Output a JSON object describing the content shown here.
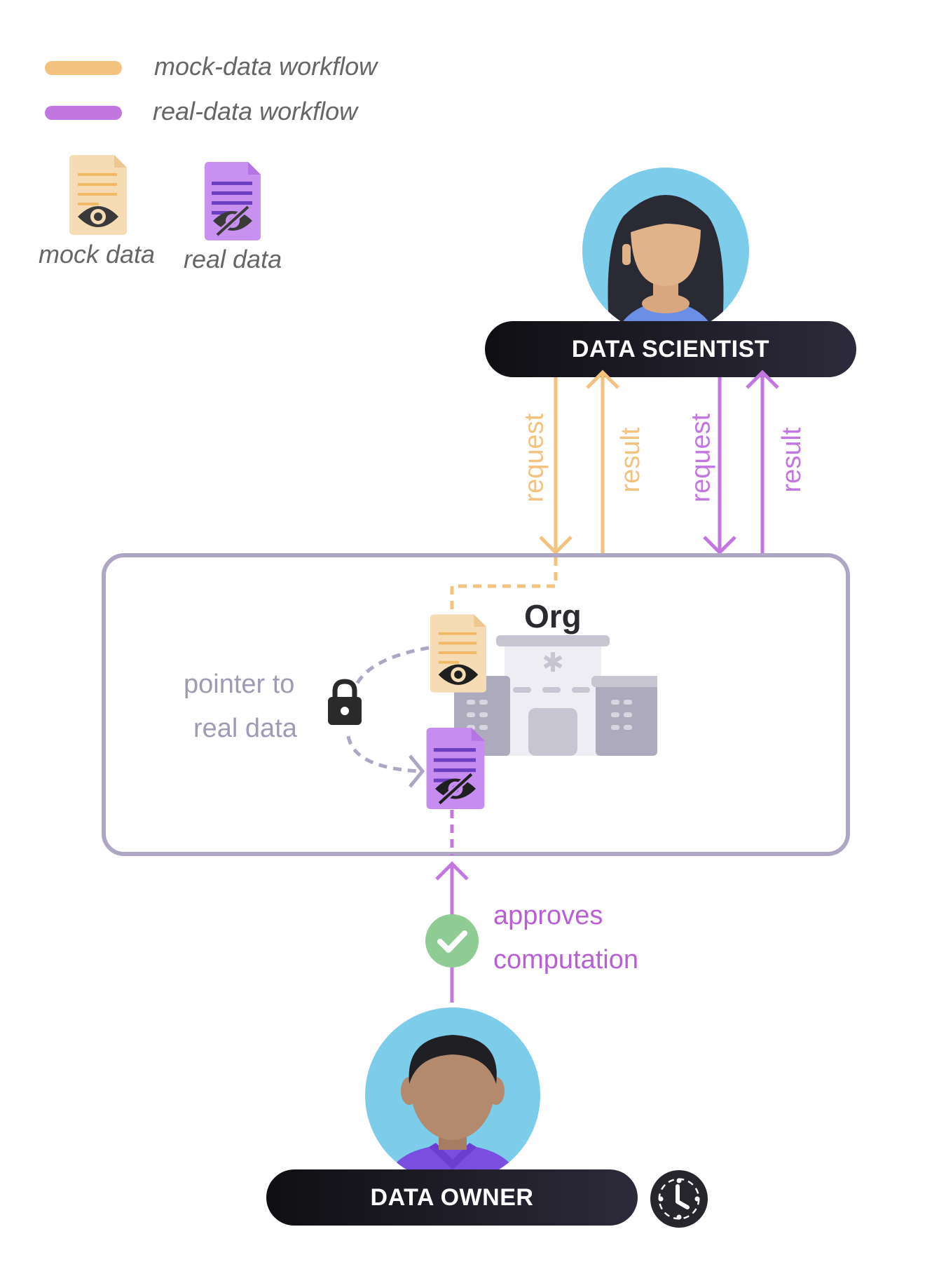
{
  "legend": {
    "mock_workflow": "mock-data workflow",
    "real_workflow": "real-data workflow",
    "mock_data": "mock data",
    "real_data": "real data"
  },
  "roles": {
    "data_scientist": "DATA SCIENTIST",
    "data_owner": "DATA OWNER"
  },
  "arrows": {
    "mock_request": "request",
    "mock_result": "result",
    "real_request": "request",
    "real_result": "result"
  },
  "org": {
    "title": "Org",
    "pointer_line1": "pointer to",
    "pointer_line2": "real data"
  },
  "approval": {
    "line1": "approves",
    "line2": "computation"
  },
  "colors": {
    "mock": "#f2c27e",
    "real": "#c276e0",
    "accent_text_real": "#b85fd6",
    "box_border": "#aea6c2",
    "avatar_bg": "#7dcdea",
    "check": "#8fcc94"
  },
  "icons": {
    "mock_doc": "document-eye-icon",
    "real_doc": "document-eye-slash-icon",
    "lock": "lock-icon",
    "check": "check-circle-icon",
    "clock": "clock-icon",
    "building": "building-icon"
  }
}
